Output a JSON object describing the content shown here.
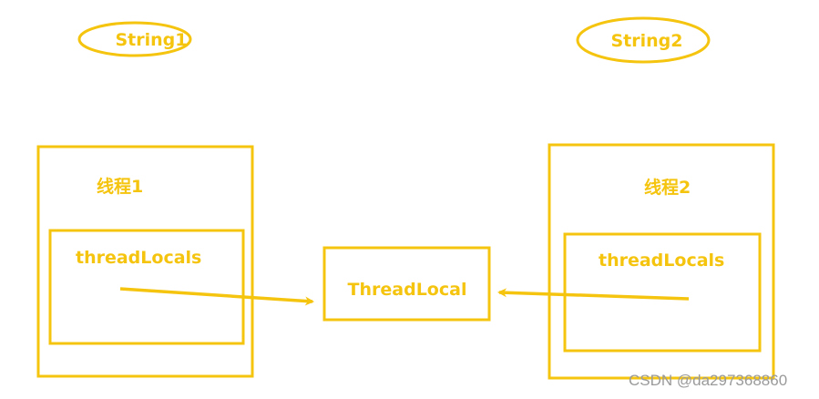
{
  "colors": {
    "accent": "#F5C40F",
    "watermark": "#9A9A9A"
  },
  "diagram": {
    "top_left_ellipse": {
      "label": "String1"
    },
    "top_right_ellipse": {
      "label": "String2"
    },
    "thread1": {
      "title": "线程1",
      "inner_label": "threadLocals"
    },
    "thread2": {
      "title": "线程2",
      "inner_label": "threadLocals"
    },
    "center_box": {
      "label": "ThreadLocal"
    }
  },
  "watermark": "CSDN @da297368860"
}
